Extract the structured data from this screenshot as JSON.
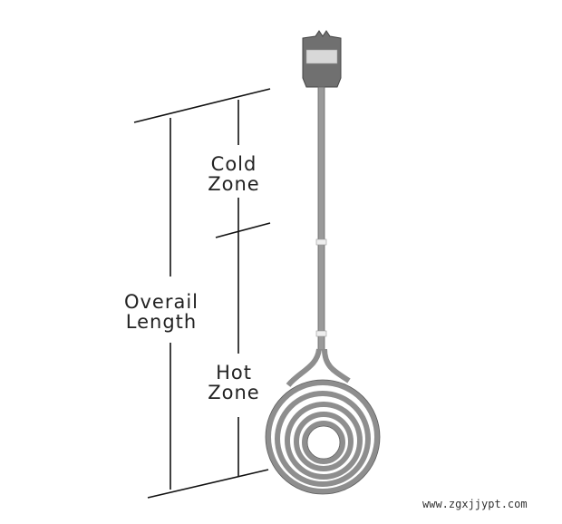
{
  "labels": {
    "cold_zone_line1": "Cold",
    "cold_zone_line2": "Zone",
    "overall_length_line1": "Overail",
    "overall_length_line2": "Length",
    "hot_zone_line1": "Hot",
    "hot_zone_line2": "Zone"
  },
  "watermark": "www.zgxjjypt.com",
  "colors": {
    "line": "#111111",
    "metal": "#8e8e8e",
    "terminal_box": "#6f6f6f"
  }
}
